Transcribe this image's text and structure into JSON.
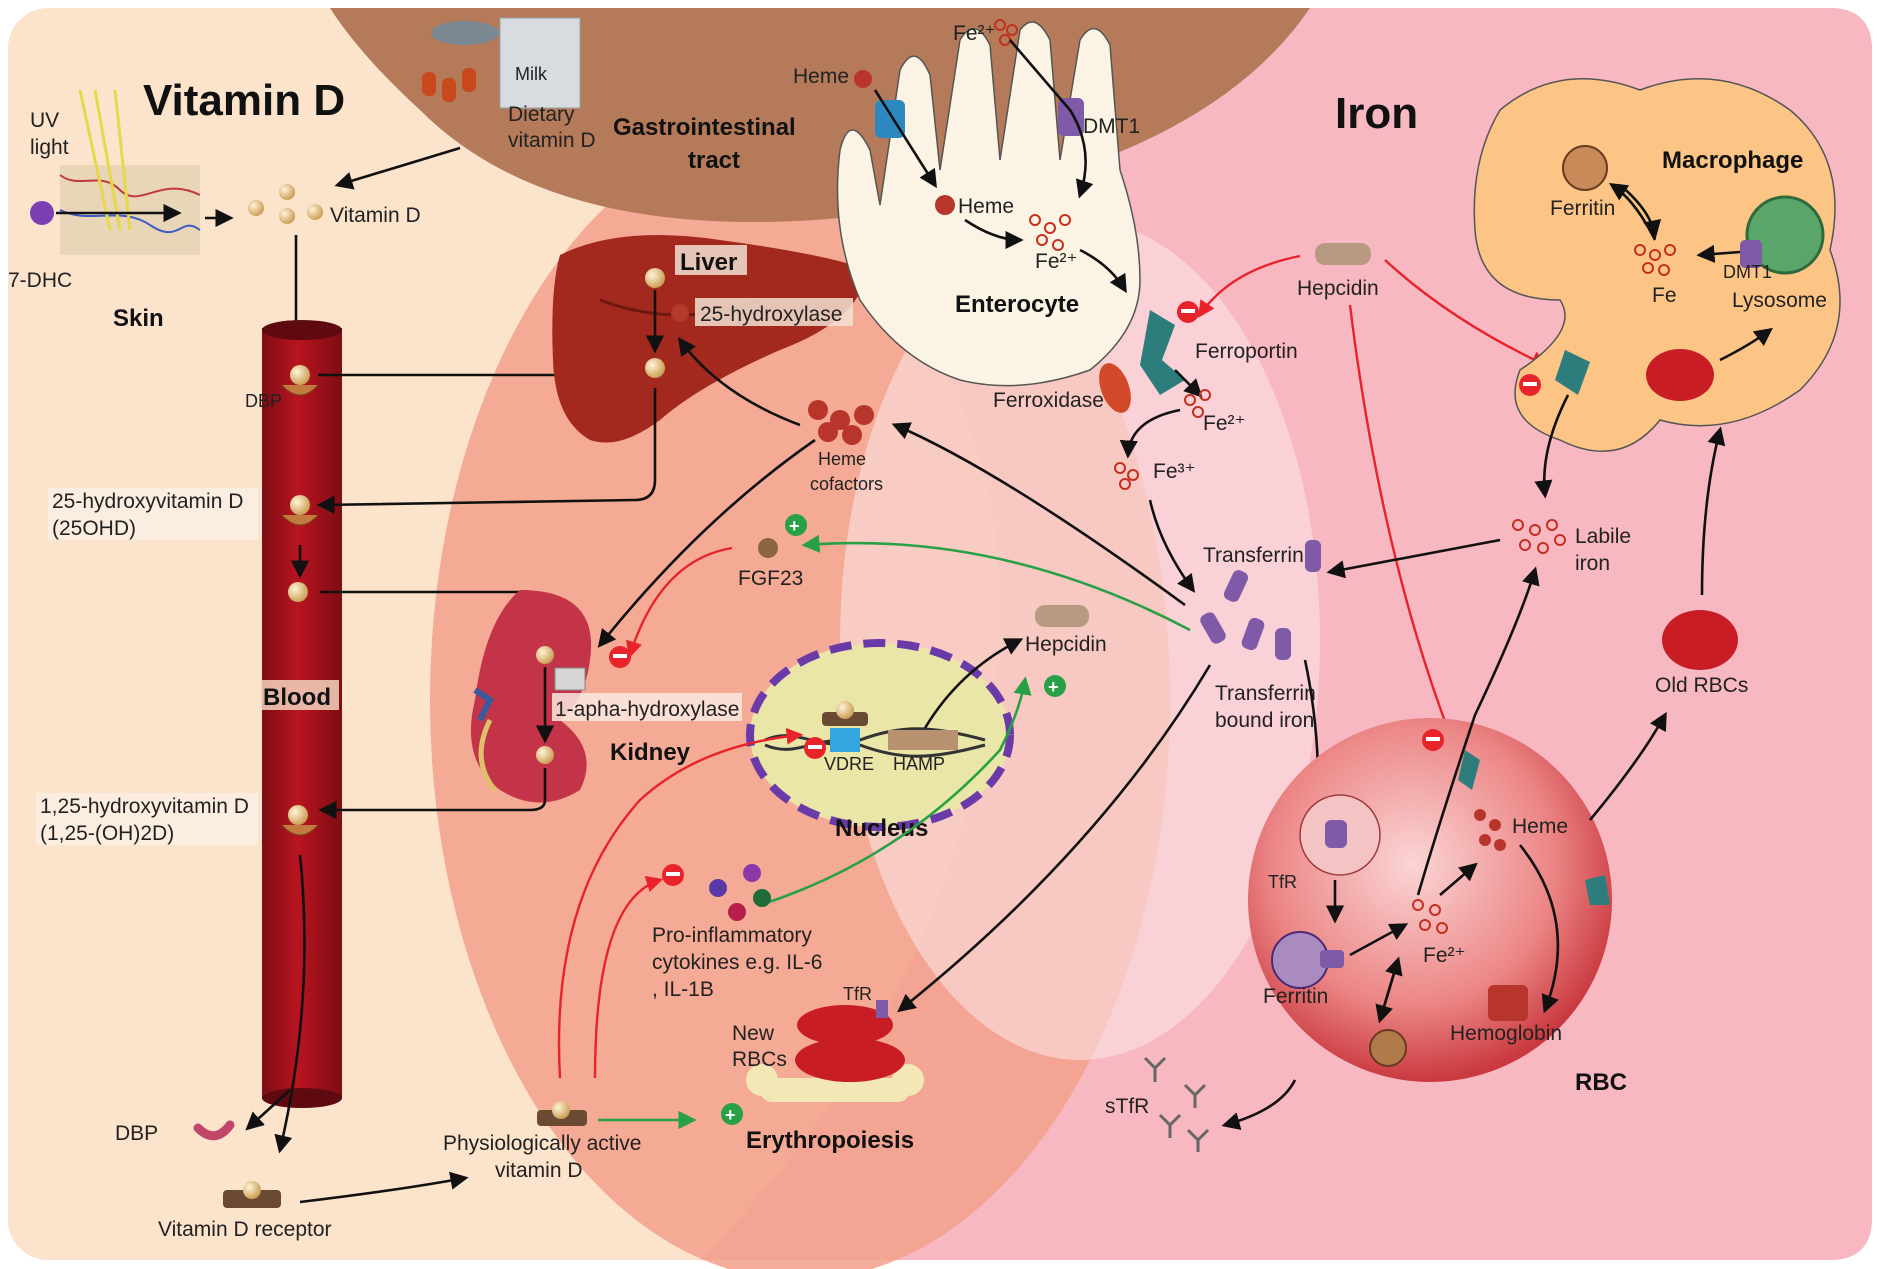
{
  "titles": {
    "vitamin_d": "Vitamin D",
    "iron": "Iron",
    "gi_tract": [
      "Gastrointestinal",
      "tract"
    ]
  },
  "vitamin_d_side": {
    "uv_light": [
      "UV",
      "light"
    ],
    "seven_dhc": "7-DHC",
    "skin": "Skin",
    "dietary_vitamin_d": [
      "Dietary",
      "vitamin D"
    ],
    "milk": "Milk",
    "vitamin_d": "Vitamin D",
    "dbp_top": "DBP",
    "ohd25": [
      "25-hydroxyvitamin D",
      "(25OHD)"
    ],
    "blood": "Blood",
    "ohd125": [
      "1,25-hydroxyvitamin D",
      "(1,25-(OH)2D)"
    ],
    "dbp_bottom": "DBP",
    "vitamin_d_receptor": "Vitamin D receptor",
    "physiologically_active": [
      "Physiologically active",
      "vitamin D"
    ]
  },
  "middle": {
    "liver": "Liver",
    "hydroxylase25": "25-hydroxylase",
    "heme_cofactors": [
      "Heme",
      "cofactors"
    ],
    "fgf23": "FGF23",
    "kidney": "Kidney",
    "alpha_hydroxylase": "1-apha-hydroxylase",
    "hepcidin": "Hepcidin",
    "vdre": "VDRE",
    "hamp": "HAMP",
    "nucleus": "Nucleus",
    "cytokines": [
      "Pro-inflammatory",
      "cytokines e.g. IL-6",
      ", IL-1B"
    ],
    "new_rbcs": [
      "New",
      "RBCs"
    ],
    "tfr_new": "TfR",
    "erythropoiesis": "Erythropoiesis"
  },
  "iron_side": {
    "fe2_top": "Fe²⁺",
    "heme_top": "Heme",
    "dmt1": "DMT1",
    "heme_inner": "Heme",
    "fe2_inner": "Fe²⁺",
    "enterocyte": "Enterocyte",
    "ferroportin": "Ferroportin",
    "ferroxidase": "Ferroxidase",
    "fe2_out": "Fe²⁺",
    "fe3_out": "Fe³⁺",
    "hepcidin": "Hepcidin",
    "macrophage": "Macrophage",
    "ferritin_mac": "Ferritin",
    "fe_mac": "Fe",
    "dmt1_mac": "DMT1",
    "lysosome": "Lysosome",
    "labile_iron": [
      "Labile",
      "iron"
    ],
    "transferrin": "Transferrin",
    "transferrin_bound": [
      "Transferrin",
      "bound iron"
    ],
    "old_rbcs": "Old RBCs",
    "tfr": "TfR",
    "heme_rbc": "Heme",
    "fe2_rbc": "Fe²⁺",
    "ferritin_rbc": "Ferritin",
    "hemoglobin": "Hemoglobin",
    "rbc": "RBC",
    "stfr": "sTfR"
  },
  "colors": {
    "vitamin_d_bg": "#fbe3cc",
    "iron_bg": "#f5a9b6",
    "overlap": "#f2a08a",
    "gi": "#b47a5a",
    "vessel": "#a3131c",
    "inhibit": "#e8232a",
    "activate": "#27a046"
  }
}
